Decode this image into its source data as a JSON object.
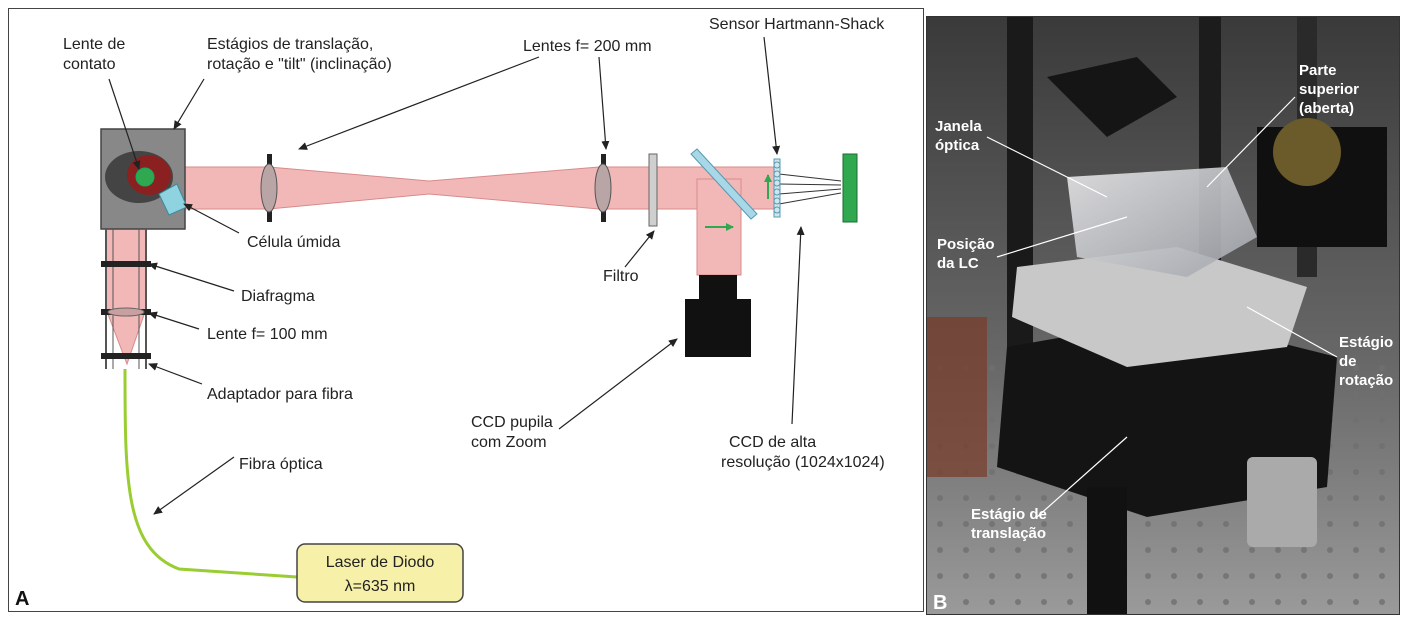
{
  "panel_a": {
    "letter": "A",
    "labels": {
      "lente_contato_1": "Lente de",
      "lente_contato_2": "contato",
      "estagios_1": "Estágios de translação,",
      "estagios_2": "rotação e \"tilt\" (inclinação)",
      "lentes_200": "Lentes f= 200 mm",
      "sensor_hs": "Sensor  Hartmann-Shack",
      "celula_umida": "Célula úmida",
      "diafragma": "Diafragma",
      "lente_100": "Lente f= 100 mm",
      "adaptador": "Adaptador para fibra",
      "fibra": "Fibra  óptica",
      "filtro": "Filtro",
      "ccd_pupila_1": "CCD pupila",
      "ccd_pupila_2": "com Zoom",
      "ccd_alta_1": "CCD de alta",
      "ccd_alta_2": "resolução  (1024x1024)"
    },
    "laser_box": {
      "line1": "Laser de Diodo",
      "line2": "λ=635 nm"
    },
    "colors": {
      "beam": "#f2b8b8",
      "beam_edge": "#d98a8a",
      "fiber": "#9acd32",
      "laser_box_fill": "#f7f0a8",
      "detector": "#2fa84f",
      "filter": "#cfcfcf",
      "mirror": "#a8d8e8"
    }
  },
  "panel_b": {
    "letter": "B",
    "labels": {
      "janela_1": "Janela",
      "janela_2": "óptica",
      "parte_1": "Parte",
      "parte_2": "superior",
      "parte_3": "(aberta)",
      "posicao_1": "Posição",
      "posicao_2": "da LC",
      "rotacao_1": "Estágio",
      "rotacao_2": "de",
      "rotacao_3": "rotação",
      "translacao_1": "Estágio de",
      "translacao_2": "translação"
    }
  }
}
